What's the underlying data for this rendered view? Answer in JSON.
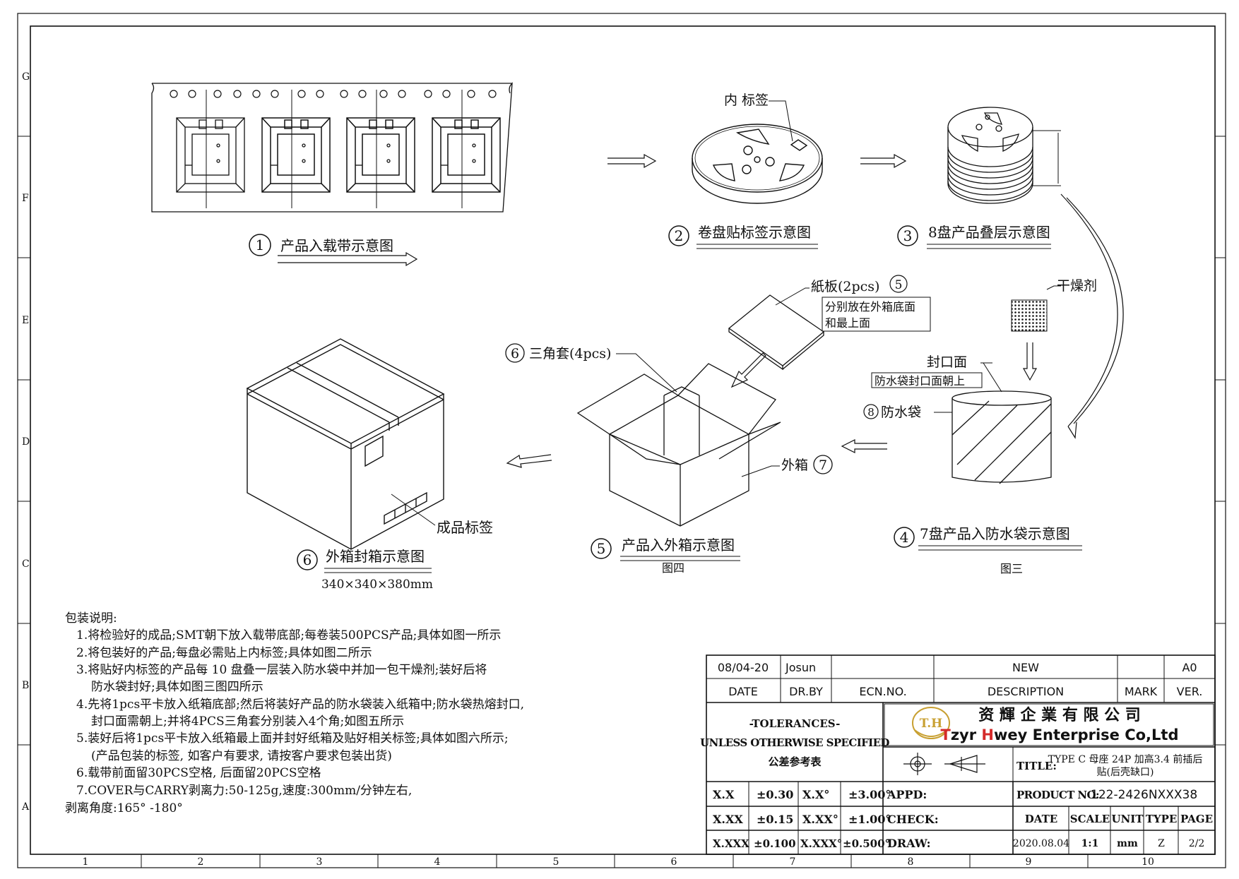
{
  "border": {
    "row_letters": [
      "G",
      "F",
      "E",
      "D",
      "C",
      "B",
      "A"
    ],
    "col_numbers": [
      "1",
      "2",
      "3",
      "4",
      "5",
      "6",
      "7",
      "8",
      "9",
      "10"
    ]
  },
  "steps": {
    "s1": {
      "num": "1",
      "title": "产品入载带示意图"
    },
    "s2": {
      "num": "2",
      "title": "卷盘贴标签示意图",
      "label_inner": "内 标签"
    },
    "s3": {
      "num": "3",
      "title": "8盘产品叠层示意图"
    },
    "s4": {
      "num": "4",
      "title": "7盘产品入防水袋示意图",
      "sub": "图三",
      "desiccant": "干燥剂",
      "seal_face": "封口面",
      "seal_note": "防水袋封口面朝上",
      "bag_num": "8",
      "bag": "防水袋"
    },
    "s5": {
      "num": "5",
      "title": "产品入外箱示意图",
      "sub": "图四",
      "board": "紙板(2pcs)",
      "board_num": "5",
      "board_note_1": "分别放在外箱底面",
      "board_note_2": "和最上面",
      "corner_num": "6",
      "corner": "三角套(4pcs)",
      "outer_box": "外箱",
      "outer_num": "7"
    },
    "s6": {
      "num": "6",
      "title": "外箱封箱示意图",
      "size": "340×340×380mm",
      "label": "成品标签"
    }
  },
  "notes": {
    "heading": "包装说明:",
    "lines": [
      "1.将检验好的成品;SMT朝下放入载带底部;每卷装500PCS产品;具体如图一所示",
      "2.将包装好的产品;每盘必需贴上内标签;具体如图二所示",
      "3.将贴好内标签的产品每 10 盘叠一层装入防水袋中并加一包干燥剂;装好后将",
      "防水袋封好;具体如图三图四所示",
      "4.先将1pcs平卡放入纸箱底部;然后将装好产品的防水袋装入纸箱中;防水袋热熔封口,",
      "封口面需朝上;并将4PCS三角套分别装入4个角;如图五所示",
      "5.装好后将1pcs平卡放入纸箱最上面并封好纸箱及贴好相关标签;具体如图六所示;",
      "(产品包装的标签, 如客户有要求, 请按客户要求包装出货)",
      "6.载带前面留30PCS空格, 后面留20PCS空格",
      "7.COVER与CARRY剥离力:50-125g,速度:300mm/分钟左右,",
      "剥离角度:165° -180°"
    ]
  },
  "title_block": {
    "rev_date": "08/04-20",
    "rev_by": "Josun",
    "rev_ecn": "",
    "rev_desc": "NEW",
    "rev_mark": "",
    "rev_ver": "A0",
    "h_date": "DATE",
    "h_drby": "DR.BY",
    "h_ecn": "ECN.NO.",
    "h_desc": "DESCRIPTION",
    "h_mark": "MARK",
    "h_ver": "VER.",
    "tol_1": "-TOLERANCES-",
    "tol_2": "UNLESS OTHERWISE SPECIFIED",
    "tol_3": "公差参考表",
    "logo": "T.H",
    "company_cn": "资 輝 企 業 有 限 公 司",
    "company_en_1": "T",
    "company_en_2": "zyr ",
    "company_en_3": "H",
    "company_en_4": "wey Enterprise Co,Ltd",
    "title_label": "TITLE:",
    "title_1": "TYPE C 母座 24P 加高3.4 前插后",
    "title_2": "贴(后壳缺口)",
    "tol_rows": [
      {
        "a": "X.X",
        "b": "±0.30",
        "c": "X.X°",
        "d": "±3.00°"
      },
      {
        "a": "X.XX",
        "b": "±0.15",
        "c": "X.XX°",
        "d": "±1.00°"
      },
      {
        "a": "X.XXX",
        "b": "±0.100",
        "c": "X.XXX°",
        "d": "±0.500°"
      }
    ],
    "appd": "APPD:",
    "check": "CHECK:",
    "draw": "DRAW:",
    "product_label": "PRODUCT NO:",
    "product_no": "122-2426NXXX38",
    "h2_date": "DATE",
    "h2_scale": "SCALE",
    "h2_unit": "UNIT",
    "h2_type": "TYPE",
    "h2_page": "PAGE",
    "v_date": "2020.08.04",
    "v_scale": "1:1",
    "v_unit": "mm",
    "v_type": "Z",
    "v_page": "2/2"
  },
  "colors": {
    "logo_gold": "#c8a032",
    "company_red": "#d42a2a"
  }
}
